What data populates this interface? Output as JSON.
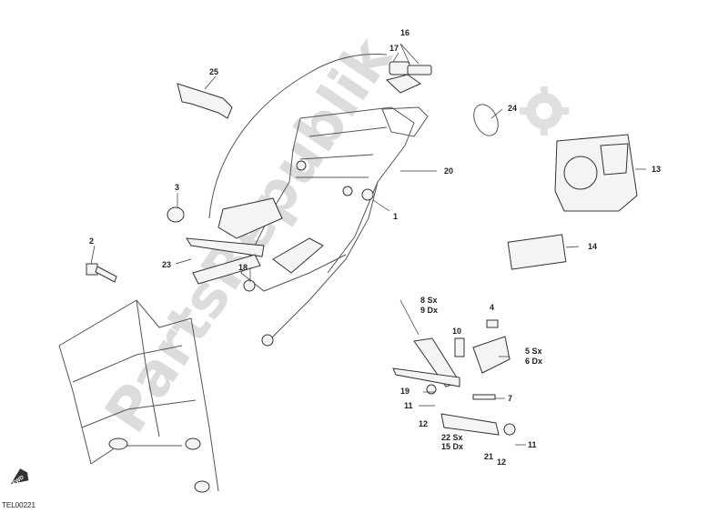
{
  "watermark": {
    "text": "PartsRepublik"
  },
  "drawing_code": "TEL00221",
  "fwd_badge": "FWD",
  "labels": {
    "n1": "1",
    "n2": "2",
    "n3": "3",
    "n4": "4",
    "n5": "5 Sx",
    "n6": "6 Dx",
    "n7": "7",
    "n8": "8 Sx",
    "n9": "9 Dx",
    "n10": "10",
    "n11a": "11",
    "n11b": "11",
    "n12a": "12",
    "n12b": "12",
    "n13": "13",
    "n14": "14",
    "n15": "15 Dx",
    "n16": "16",
    "n17": "17",
    "n18": "18",
    "n19": "19",
    "n20": "20",
    "n21": "21",
    "n22": "22 Sx",
    "n23": "23",
    "n24": "24",
    "n25": "25"
  }
}
